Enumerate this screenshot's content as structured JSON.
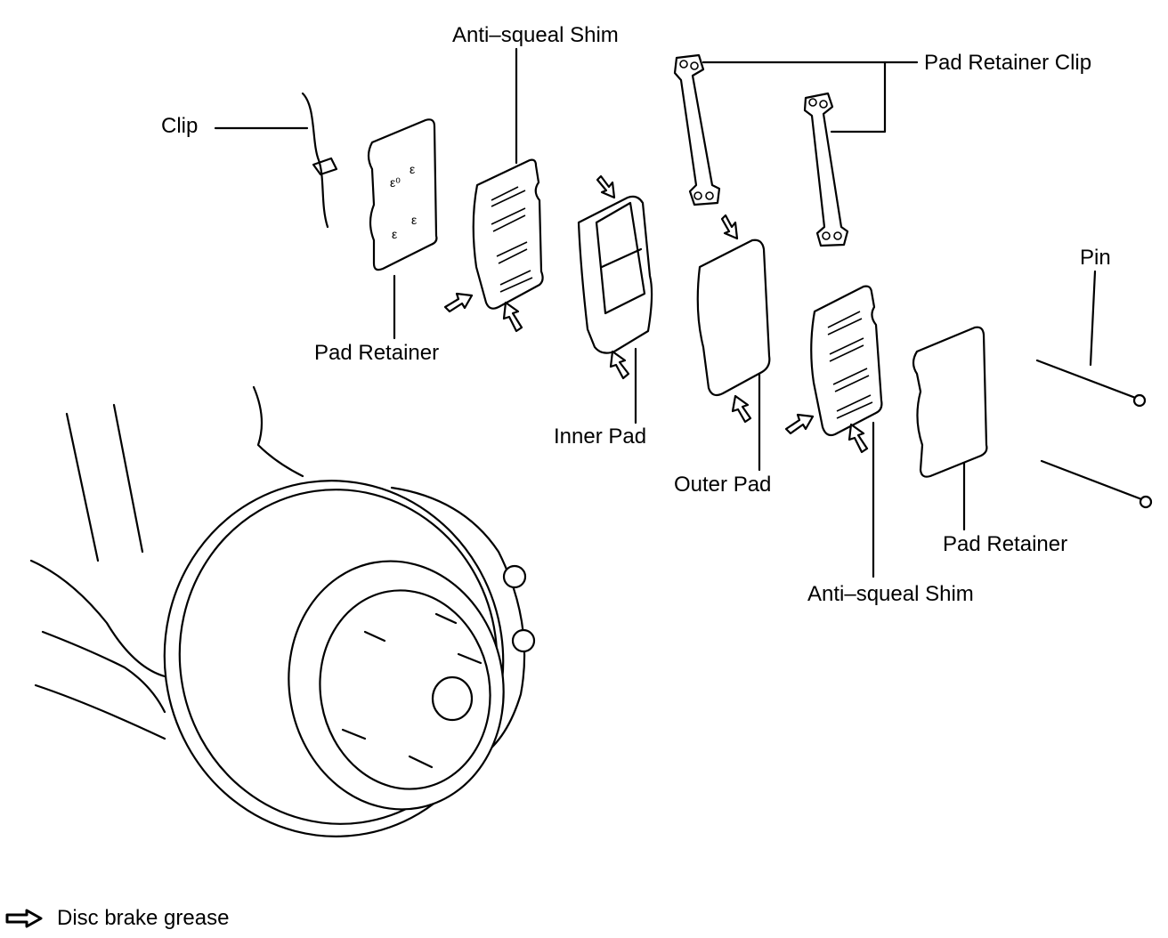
{
  "diagram": {
    "title": "Rear disc brake pad assembly (exploded view)",
    "labels": {
      "clip": "Clip",
      "anti_squeal_shim_1": "Anti–squeal Shim",
      "pad_retainer_clip": "Pad Retainer Clip",
      "pad_retainer_1": "Pad Retainer",
      "inner_pad": "Inner Pad",
      "outer_pad": "Outer Pad",
      "pin": "Pin",
      "pad_retainer_2": "Pad Retainer",
      "anti_squeal_shim_2": "Anti–squeal Shim"
    },
    "legend": {
      "icon": "grease-arrow-icon",
      "text": "Disc brake grease"
    },
    "colors": {
      "line": "#000000",
      "background": "#ffffff"
    }
  }
}
